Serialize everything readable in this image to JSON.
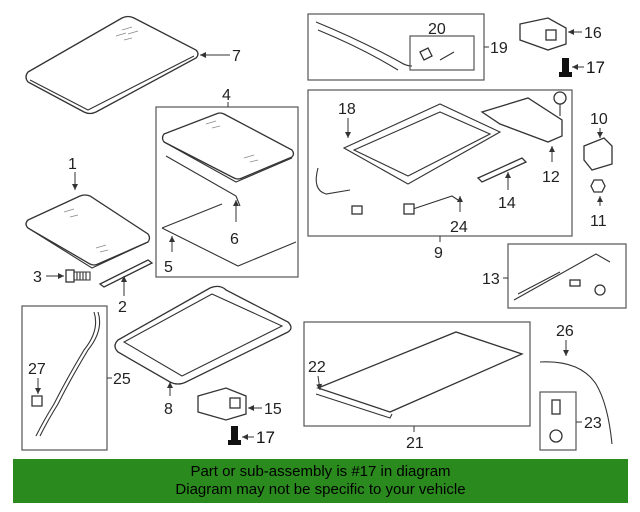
{
  "callouts": {
    "c1": "1",
    "c2": "2",
    "c3": "3",
    "c4": "4",
    "c5": "5",
    "c6": "6",
    "c7": "7",
    "c8": "8",
    "c9": "9",
    "c10": "10",
    "c11": "11",
    "c12": "12",
    "c13": "13",
    "c14": "14",
    "c15": "15",
    "c16": "16",
    "c17a": "17",
    "c17b": "17",
    "c18": "18",
    "c19": "19",
    "c20": "20",
    "c21": "21",
    "c22": "22",
    "c23": "23",
    "c24": "24",
    "c25": "25",
    "c26": "26",
    "c27": "27"
  },
  "banner": {
    "line1": "Part or sub-assembly is #17 in diagram",
    "line2": "Diagram may not be specific to your vehicle",
    "color": "#2a8a1e"
  },
  "highlight_part": "17"
}
